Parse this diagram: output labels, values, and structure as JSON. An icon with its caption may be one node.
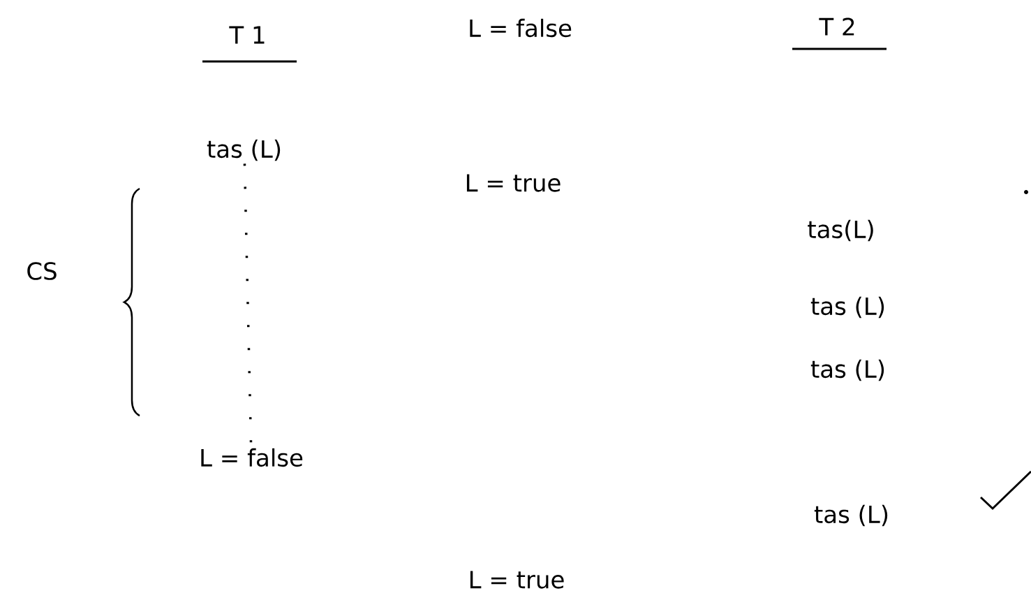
{
  "diagram": {
    "nodes": [
      {
        "text": [
          "tas (L)"
        ]
      },
      {
        "text": [
          "L = false"
        ]
      }
    ],
    "edges": [
      {
        "from": 0,
        "to": 1,
        "arrow": "none",
        "style": "dashed"
      }
    ],
    "labels": [
      "T 1",
      "L = false",
      "T 2",
      "L = true",
      "CS",
      "tas(L)",
      "tas (L)",
      "tas (L)",
      "tas (L)",
      "L = true"
    ]
  }
}
